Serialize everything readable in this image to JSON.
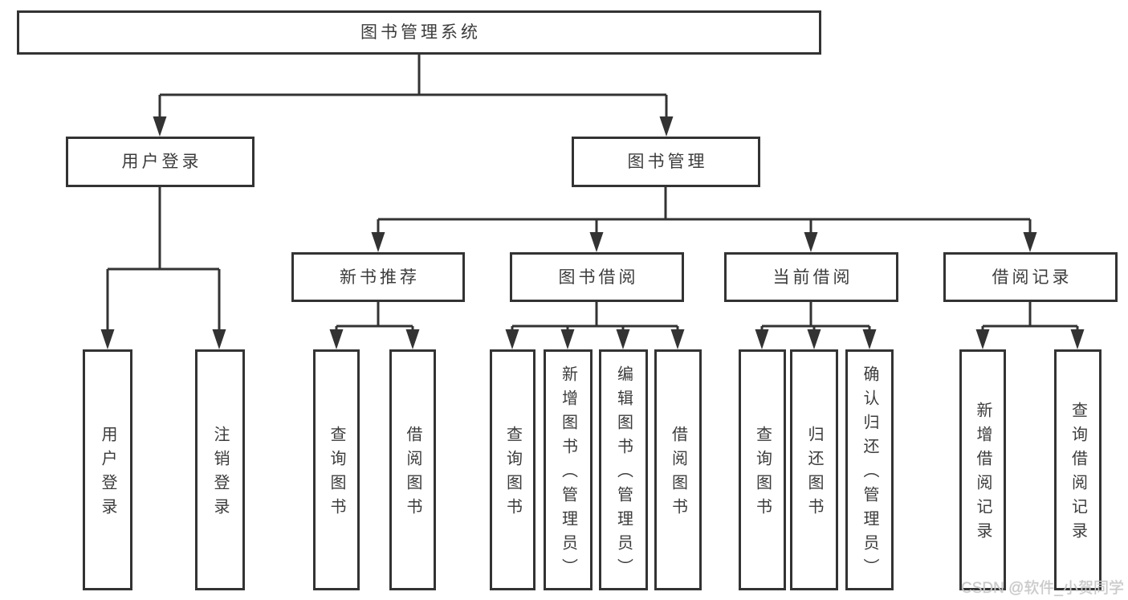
{
  "colors": {
    "line": "#333333",
    "text": "#3c3c3c",
    "background": "#ffffff",
    "watermark": "#c9c9c9"
  },
  "watermark": "CSDN @软件_小贺同学",
  "tree": {
    "label": "图书管理系统",
    "children": [
      {
        "label": "用户登录",
        "children": [
          {
            "label": "用户登录"
          },
          {
            "label": "注销登录"
          }
        ]
      },
      {
        "label": "图书管理",
        "children": [
          {
            "label": "新书推荐",
            "children": [
              {
                "label": "查询图书"
              },
              {
                "label": "借阅图书"
              }
            ]
          },
          {
            "label": "图书借阅",
            "children": [
              {
                "label": "查询图书"
              },
              {
                "label": "新增图书（管理员）"
              },
              {
                "label": "编辑图书（管理员）"
              },
              {
                "label": "借阅图书"
              }
            ]
          },
          {
            "label": "当前借阅",
            "children": [
              {
                "label": "查询图书"
              },
              {
                "label": "归还图书"
              },
              {
                "label": "确认归还（管理员）"
              }
            ]
          },
          {
            "label": "借阅记录",
            "children": [
              {
                "label": "新增借阅记录"
              },
              {
                "label": "查询借阅记录"
              }
            ]
          }
        ]
      }
    ]
  }
}
